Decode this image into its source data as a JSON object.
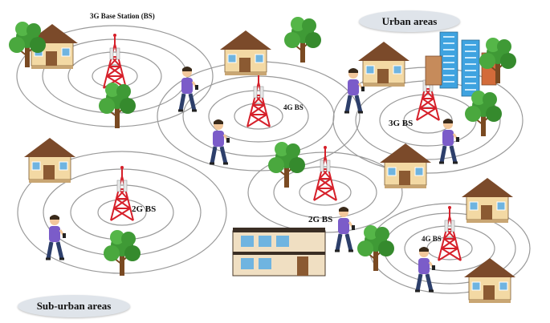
{
  "labels": {
    "base_station": "3G Base Station (BS)",
    "urban": "Urban areas",
    "suburban": "Sub-urban areas",
    "bs_4g_top": "4G BS",
    "bs_3g_right": "3G BS",
    "bs_2g_left": "2G BS",
    "bs_2g_center": "2G BS",
    "bs_4g_bottom": "4G BS"
  },
  "icons": {
    "tower": "cell-tower-icon",
    "house": "house-icon",
    "tree": "tree-icon",
    "building": "office-building-icon",
    "person": "person-with-phone-icon"
  },
  "colors": {
    "tower": "#d6202a",
    "ring": "#9a9a9a",
    "bubble": "#dfe4ea",
    "tree_green": "#3f9a36",
    "trunk": "#7a4a22"
  }
}
